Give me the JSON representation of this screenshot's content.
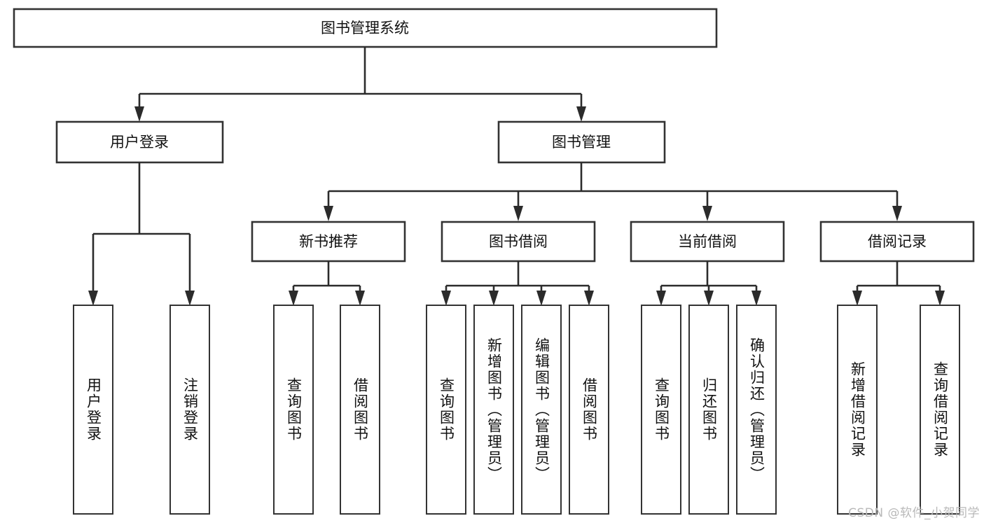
{
  "diagram": {
    "type": "tree-hierarchy",
    "title": "图书管理系统",
    "watermark": "CSDN @软件_小贺同学",
    "colors": {
      "box_stroke": "#333333",
      "box_fill": "#ffffff",
      "connector": "#2b2b2b",
      "text": "#111111",
      "watermark": "#b9b9b9",
      "background": "#ffffff"
    },
    "levels": {
      "root": {
        "label": "图书管理系统"
      },
      "level2": [
        {
          "label": "用户登录"
        },
        {
          "label": "图书管理"
        }
      ],
      "level3": [
        {
          "label": "新书推荐"
        },
        {
          "label": "图书借阅"
        },
        {
          "label": "当前借阅"
        },
        {
          "label": "借阅记录"
        }
      ],
      "leaves": {
        "user_login": [
          {
            "label": "用户登录"
          },
          {
            "label": "注销登录"
          }
        ],
        "new_book_recommend": [
          {
            "label": "查询图书"
          },
          {
            "label": "借阅图书"
          }
        ],
        "book_borrow": [
          {
            "label": "查询图书"
          },
          {
            "label": "新增图书（管理员）"
          },
          {
            "label": "编辑图书（管理员）"
          },
          {
            "label": "借阅图书"
          }
        ],
        "current_borrow": [
          {
            "label": "查询图书"
          },
          {
            "label": "归还图书"
          },
          {
            "label": "确认归还（管理员）"
          }
        ],
        "borrow_record": [
          {
            "label": "新增借阅记录"
          },
          {
            "label": "查询借阅记录"
          }
        ]
      }
    }
  }
}
